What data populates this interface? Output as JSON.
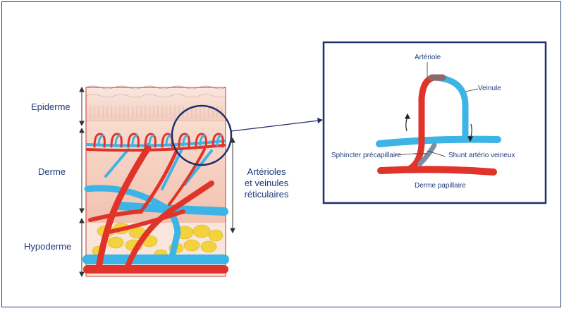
{
  "colors": {
    "frame": "#2b3f73",
    "artery": "#e0342a",
    "vein": "#3cb4e6",
    "fat": "#f4d23c",
    "skin": "#f6d3c6",
    "label": "#1f3a7a"
  },
  "layers": {
    "epiderme": "Epiderme",
    "derme": "Derme",
    "hypoderme": "Hypoderme"
  },
  "vessels_label": {
    "line1": "Artérioles",
    "line2": "et veinules",
    "line3": "réticulaires"
  },
  "inset": {
    "arteriole": "Artériole",
    "veinule": "Veinule",
    "sphincter": "Sphincter précapillaire",
    "shunt": "Shunt artério veineux",
    "derme_papillaire": "Derme papillaire"
  }
}
